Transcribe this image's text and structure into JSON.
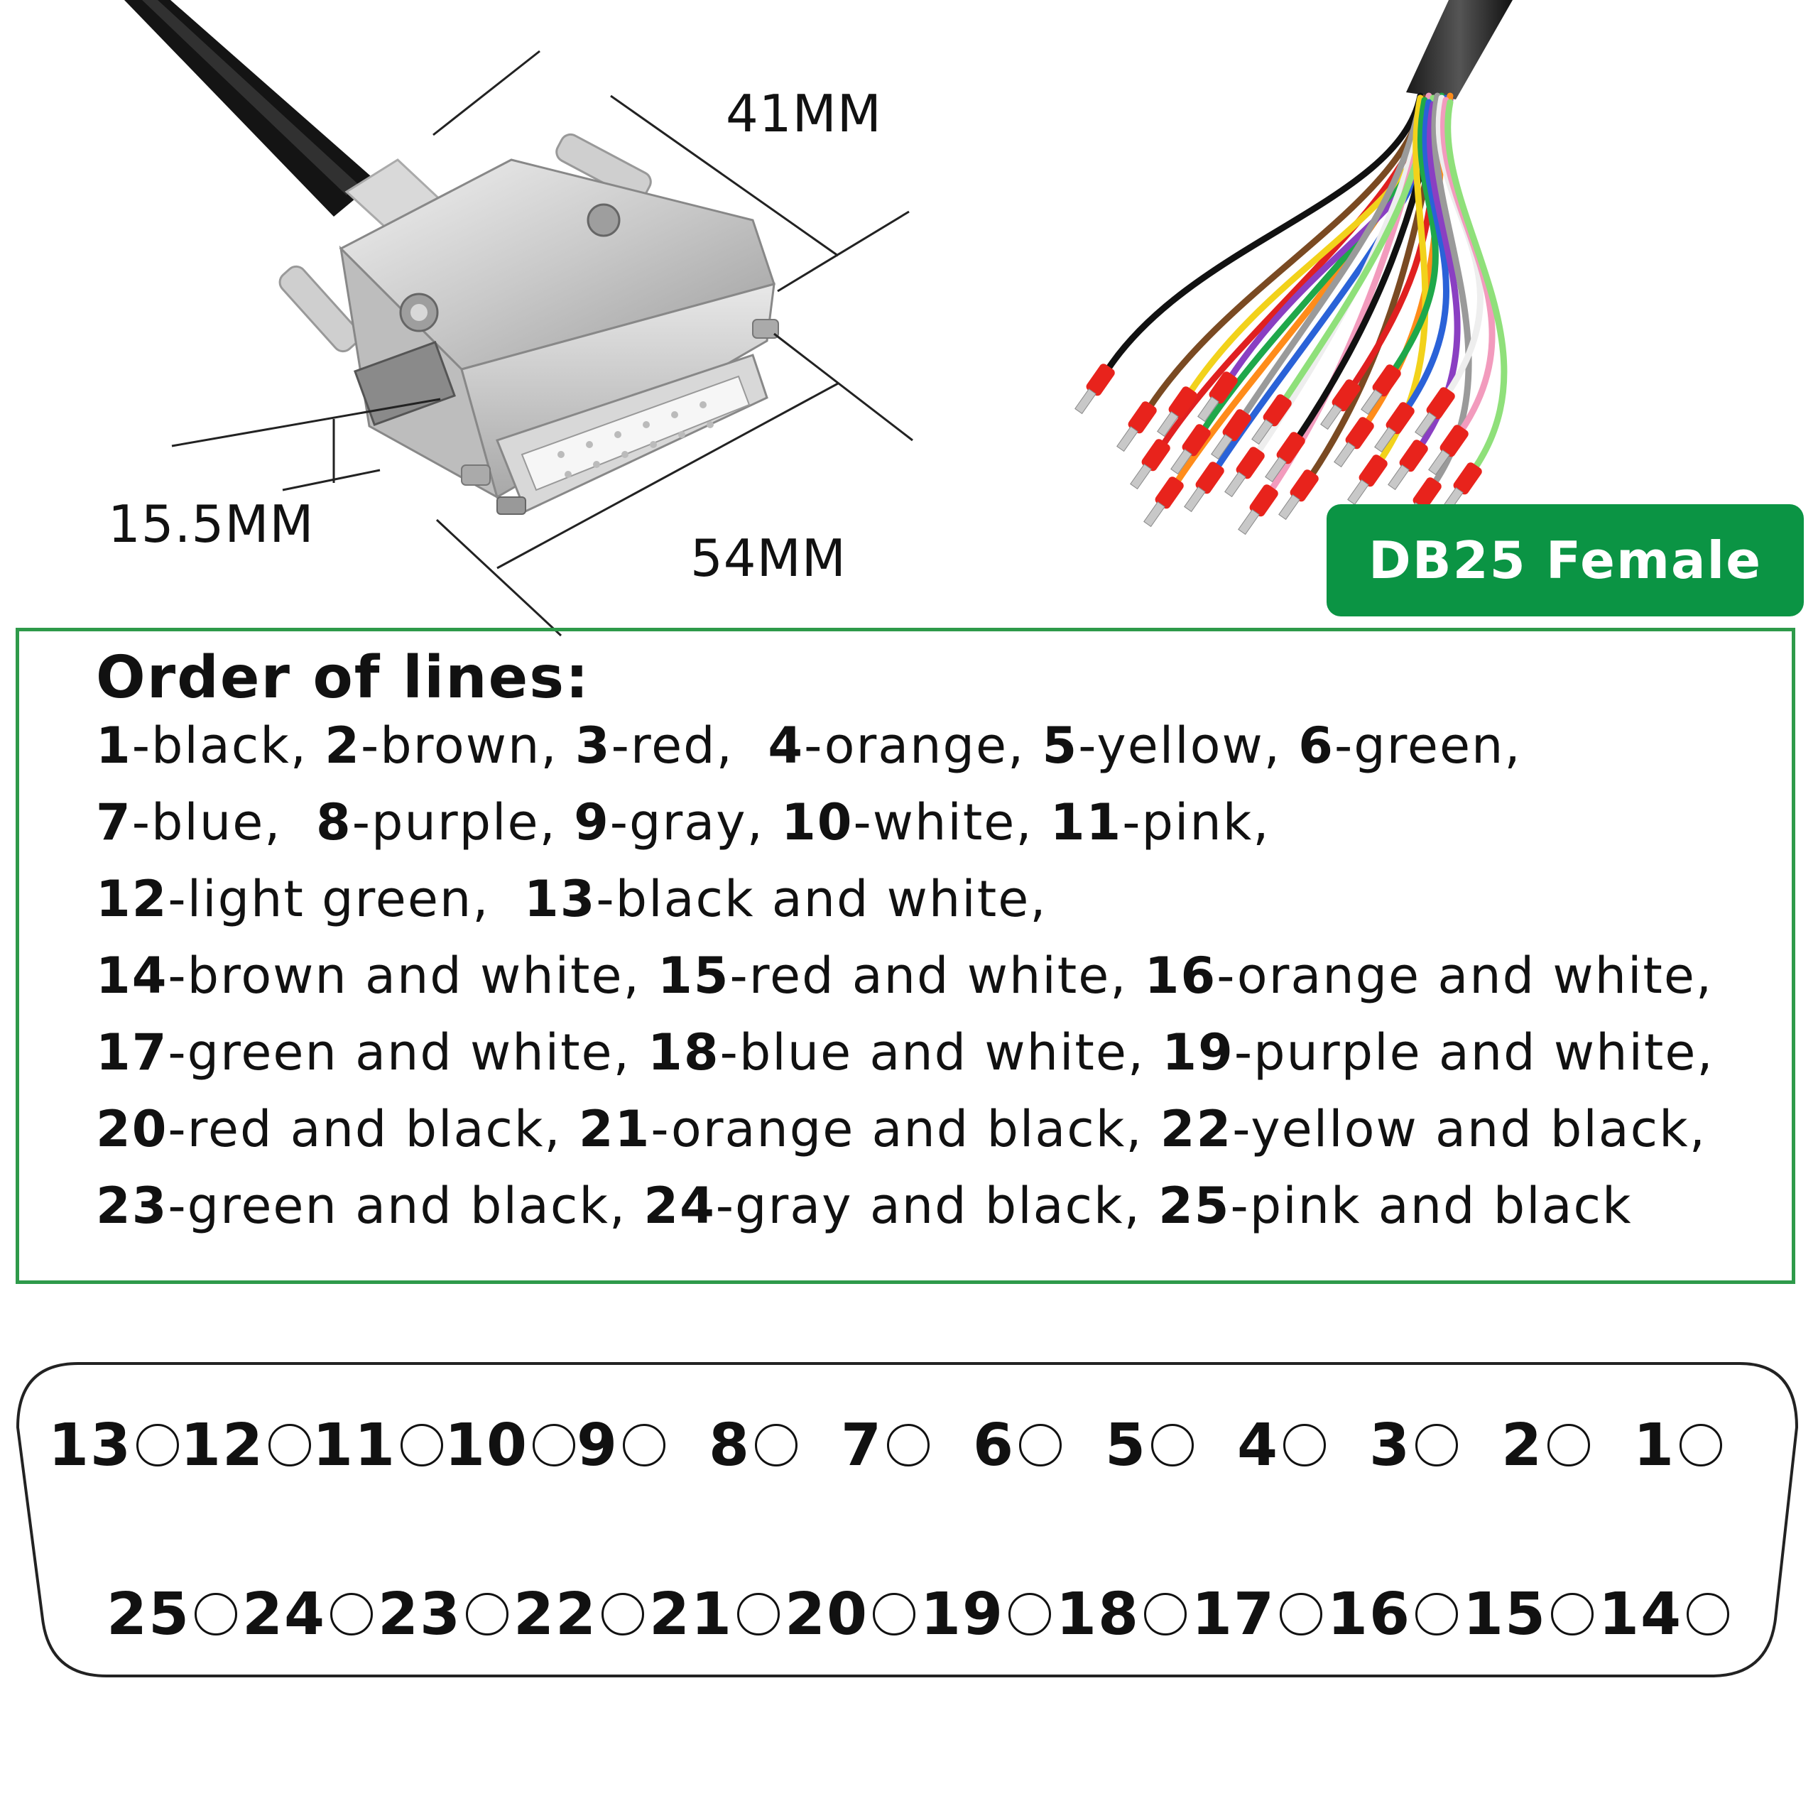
{
  "dimensions": {
    "width_label": "41MM",
    "height_label": "15.5MM",
    "length_label": "54MM"
  },
  "badge": {
    "label": "DB25 Female",
    "color": "#0b9444"
  },
  "order": {
    "title": "Order of lines:",
    "lines": [
      [
        [
          "1",
          "-black, "
        ],
        [
          "2",
          "-brown, "
        ],
        [
          "3",
          "-red,  "
        ],
        [
          "4",
          "-orange, "
        ],
        [
          "5",
          "-yellow, "
        ],
        [
          "6",
          "-green,"
        ]
      ],
      [
        [
          "7",
          "-blue,  "
        ],
        [
          "8",
          "-purple, "
        ],
        [
          "9",
          "-gray, "
        ],
        [
          "10",
          "-white, "
        ],
        [
          "11",
          "-pink,"
        ]
      ],
      [
        [
          "12",
          "-light green,  "
        ],
        [
          "13",
          "-black and white,"
        ]
      ],
      [
        [
          "14",
          "-brown and white, "
        ],
        [
          "15",
          "-red and white, "
        ],
        [
          "16",
          "-orange and white,"
        ]
      ],
      [
        [
          "17",
          "-green and white, "
        ],
        [
          "18",
          "-blue and white, "
        ],
        [
          "19",
          "-purple and white,"
        ]
      ],
      [
        [
          "20",
          "-red and black, "
        ],
        [
          "21",
          "-orange and black, "
        ],
        [
          "22",
          "-yellow and black,"
        ]
      ],
      [
        [
          "23",
          "-green and black, "
        ],
        [
          "24",
          "-gray and black, "
        ],
        [
          "25",
          "-pink and black"
        ]
      ]
    ]
  },
  "pinout": {
    "top_row": [
      "13",
      "12",
      "11",
      "10",
      "9",
      "8",
      "7",
      "6",
      "5",
      "4",
      "3",
      "2",
      "1"
    ],
    "bottom_row": [
      "25",
      "24",
      "23",
      "22",
      "21",
      "20",
      "19",
      "18",
      "17",
      "16",
      "15",
      "14"
    ]
  },
  "wire_colors": [
    "#111111",
    "#7a4a22",
    "#e02020",
    "#ff8c1a",
    "#f2d21b",
    "#1fa84a",
    "#2a62d8",
    "#8a3fc2",
    "#9a9a9a",
    "#eeeeee",
    "#f29bbd",
    "#8fe07a"
  ]
}
